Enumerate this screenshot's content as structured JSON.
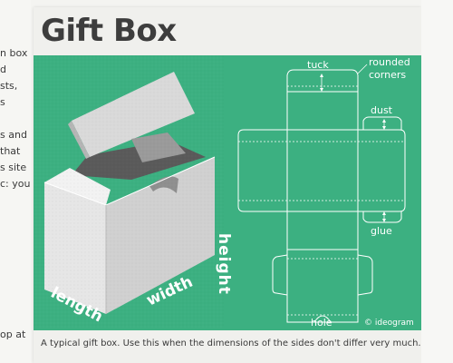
{
  "page": {
    "title": "Gift Box",
    "caption": "A typical gift box. Use this when the dimensions of the sides don't differ very much.",
    "credit": "© ideogram"
  },
  "sidebar_fragments": [
    "n box",
    "d",
    "sts,",
    "s",
    "",
    "s and",
    "that",
    "s site",
    "c: you",
    "op at"
  ],
  "labels": {
    "tuck": "tuck",
    "rounded_corners": "rounded corners",
    "rounded_line1": "rounded",
    "rounded_line2": "corners",
    "dust": "dust",
    "glue": "glue",
    "hole": "hole",
    "length": "length",
    "width": "width",
    "height": "height"
  },
  "colors": {
    "figure_bg": "#3cb081",
    "line": "#ffffff",
    "box_light": "#f0f0f0",
    "box_mid": "#d4d4d4",
    "box_dark": "#8a8a8a"
  }
}
